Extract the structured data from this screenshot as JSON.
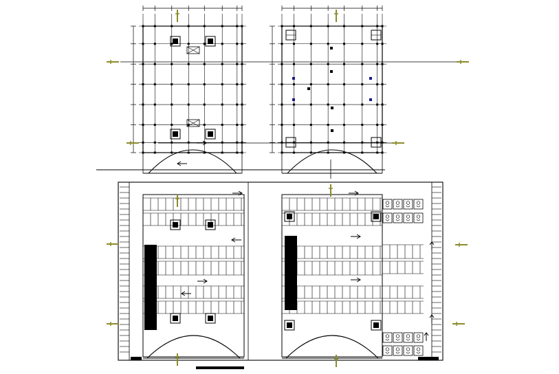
{
  "drawing": {
    "type": "cad-floor-plans",
    "background": "#ffffff",
    "line_color": "#000000",
    "marker_color": "#8b8b2a",
    "plans": [
      {
        "name": "upper-left-structural-plan",
        "kind": "column-grid",
        "arch_bottom": true
      },
      {
        "name": "upper-right-structural-plan",
        "kind": "column-grid",
        "arch_bottom": true
      },
      {
        "name": "lower-parking-plan",
        "kind": "parking-layout",
        "halves": 2,
        "accessible_stalls": true
      }
    ],
    "symbols": [
      "grid-bubble",
      "section-marker",
      "direction-arrow",
      "stair-core",
      "wheelchair-stall"
    ]
  }
}
